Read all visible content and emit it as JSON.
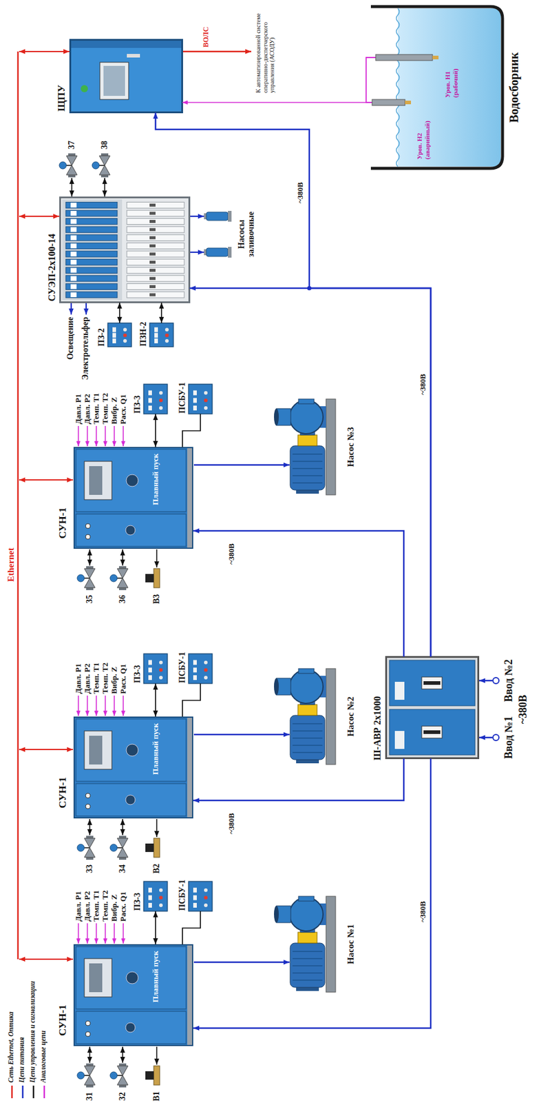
{
  "diagram": {
    "nodes": [
      {
        "text": [
          "СУН-1",
          "Плавный пуск"
        ]
      },
      {
        "text": [
          "ПЗ-3"
        ]
      },
      {
        "text": [
          "ПСБУ-1"
        ]
      },
      {
        "text": [
          "СУН-1",
          "Плавный пуск"
        ]
      },
      {
        "text": [
          "ПЗ-3"
        ]
      },
      {
        "text": [
          "ПСБУ-1"
        ]
      },
      {
        "text": [
          "Ш-АВР 2х1000"
        ]
      },
      {
        "text": [
          "СУН-1",
          "Плавный пуск"
        ]
      },
      {
        "text": [
          "ПЗ-3"
        ]
      },
      {
        "text": [
          "ПСБУ-1"
        ]
      },
      {
        "text": [
          "СУЭП-2х100-14"
        ]
      },
      {
        "text": [
          "ПЗ-2"
        ]
      },
      {
        "text": [
          "ПЗН-2"
        ]
      },
      {
        "text": [
          "ЩПУ"
        ]
      },
      {
        "text": [
          "Водосборник"
        ]
      }
    ],
    "edges": [
      {
        "from": 0,
        "to": 1,
        "arrow": "both"
      },
      {
        "from": 0,
        "to": 2,
        "arrow": "none"
      },
      {
        "from": 3,
        "to": 4,
        "arrow": "both"
      },
      {
        "from": 3,
        "to": 5,
        "arrow": "none"
      },
      {
        "from": 7,
        "to": 8,
        "arrow": "both"
      },
      {
        "from": 7,
        "to": 9,
        "arrow": "none"
      },
      {
        "from": 6,
        "to": 0,
        "label": "~380В",
        "arrow": "to"
      },
      {
        "from": 6,
        "to": 3,
        "label": "~380В",
        "arrow": "to"
      },
      {
        "from": 6,
        "to": 7,
        "label": "~380В",
        "arrow": "to"
      },
      {
        "from": 6,
        "to": 10,
        "label": "~380В",
        "arrow": "to"
      },
      {
        "from": 6,
        "to": 13,
        "label": "~380В",
        "arrow": "to"
      },
      {
        "from": 10,
        "to": 11,
        "arrow": "both"
      },
      {
        "from": 10,
        "to": 12,
        "arrow": "both"
      },
      {
        "from": 14,
        "to": 13,
        "arrow": "to"
      }
    ],
    "labels": [
      "Ethernet",
      "Давл. P1",
      "Давл. P2",
      "Темп. T1",
      "Темп. T2",
      "Вибр. Z",
      "Расх. Q1",
      "31",
      "32",
      "В1",
      "Насос №1",
      "Давл. P1",
      "Давл. P2",
      "Темп. T1",
      "Темп. T2",
      "Вибр. Z",
      "Расх. Q1",
      "33",
      "34",
      "В2",
      "Насос №2",
      "Давл. P1",
      "Давл. P2",
      "Темп. T1",
      "Темп. T2",
      "Вибр. Z",
      "Расх. Q1",
      "35",
      "36",
      "В3",
      "Насос №3",
      "Ввод №1",
      "Ввод №2",
      "~380В",
      "Освещение",
      "Электротельфер",
      "Насосы заливочные",
      "37",
      "38",
      "ВОЛС",
      "К автоматизированной системе оперативно-диспетчерского управления (АСОДУ)",
      "Уров. H2 (аварийный)",
      "Уров. H1 (рабочий)"
    ],
    "legend": [
      {
        "text": "Сеть Ethernet, Оптика"
      },
      {
        "text": "Цепи питания"
      },
      {
        "text": "Цепи управления и сигнализации"
      },
      {
        "text": "Аналоговые цепи"
      }
    ]
  }
}
